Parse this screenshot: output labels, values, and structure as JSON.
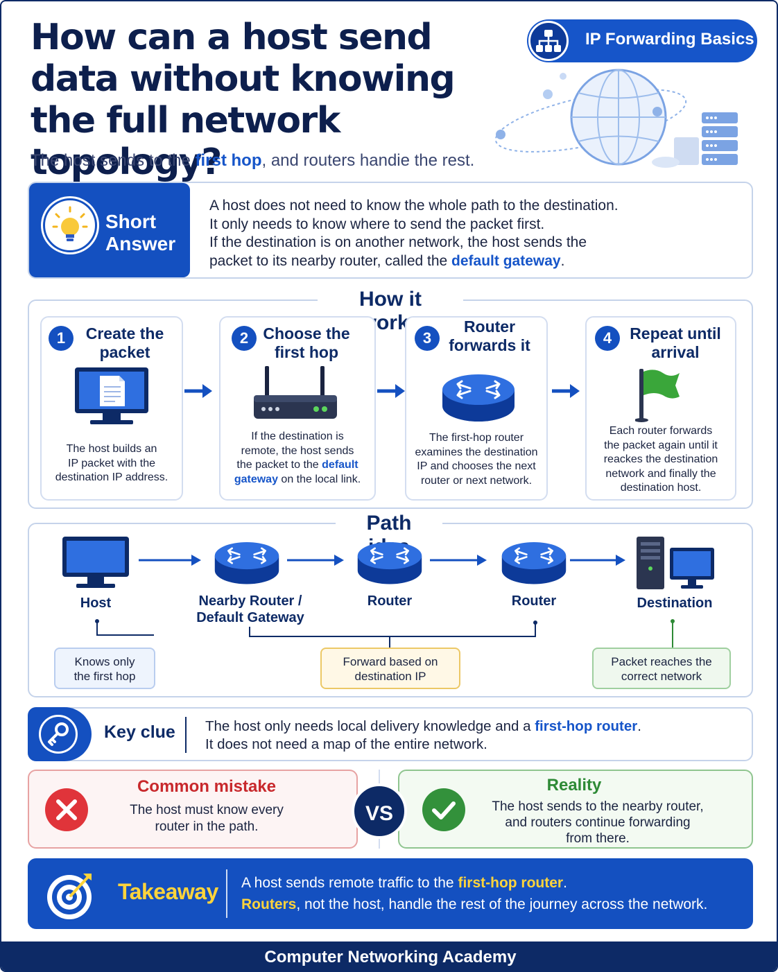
{
  "header": {
    "title": "How can a host send data without knowing the full network topology?",
    "subtitle_pre": "The host sends to the ",
    "subtitle_hl": "first hop",
    "subtitle_post": ", and routers handie the rest.",
    "topic_badge": "IP Forwarding Basics",
    "topic_icon": "network-hierarchy-icon"
  },
  "short_answer": {
    "label_line1": "Short",
    "label_line2": "Answer",
    "icon": "lightbulb-icon",
    "line1": "A host does not need to know the whole path to the destination.",
    "line2": "It only needs to know where to send the packet first.",
    "line3": "If the destination is on another network, the host sends the",
    "line4_pre": "packet to its nearby router, called the ",
    "line4_hl": "default gateway",
    "line4_post": "."
  },
  "how_it_works": {
    "title": "How it works",
    "steps": [
      {
        "num": "1",
        "title1": "Create the",
        "title2": "packet",
        "icon": "computer-document-icon",
        "d1": "The host builds an",
        "d2": "IP packet with the",
        "d3": "destination IP address."
      },
      {
        "num": "2",
        "title1": "Choose the",
        "title2": "first hop",
        "icon": "router-device-icon",
        "d1": "If the destination is",
        "d2": "remote, the host sends",
        "d3_pre": "the packet to the ",
        "d3_hl": "default",
        "d4_hl": "gateway",
        "d4_post": " on the local link."
      },
      {
        "num": "3",
        "title1": "Router",
        "title2": "forwards it",
        "icon": "router-icon",
        "d1": "The first-hop router",
        "d2": "examines the destination",
        "d3": "IP and chooses the next",
        "d4": "router or next network."
      },
      {
        "num": "4",
        "title1": "Repeat until",
        "title2": "arrival",
        "icon": "green-flag-icon",
        "d1": "Each router forwards",
        "d2": "the packet again until it",
        "d3": "reackes the destination",
        "d4": "network and finally the",
        "d5": "destination host."
      }
    ]
  },
  "path_idea": {
    "title": "Path idea",
    "nodes": {
      "host": "Host",
      "gateway1": "Nearby Router /",
      "gateway2": "Default Gateway",
      "router_a": "Router",
      "router_b": "Router",
      "destination": "Destination"
    },
    "notes": {
      "host1": "Knows only",
      "host2": "the first hop",
      "fwd1": "Forward based on",
      "fwd2": "destination IP",
      "dest1": "Packet reaches the",
      "dest2": "correct network"
    }
  },
  "key_clue": {
    "label": "Key clue",
    "icon": "key-icon",
    "line1_pre": "The host only needs local delivery knowledge and a ",
    "line1_hl": "first-hop router",
    "line1_post": ".",
    "line2": "It does not need a map of the entire network."
  },
  "comparison": {
    "mistake_title": "Common mistake",
    "mistake_line1": "The host must know every",
    "mistake_line2": "router in the path.",
    "vs": "VS",
    "reality_title": "Reality",
    "reality_line1": "The host sends to the nearby router,",
    "reality_line2": "and routers continue forwarding",
    "reality_line3": "from there."
  },
  "takeaway": {
    "label": "Takeaway",
    "icon": "target-icon",
    "line1_pre": "A host sends remote traffic to the ",
    "line1_hl": "first-hop router",
    "line1_post": ".",
    "line2_hl": "Routers",
    "line2_post": ", not the host, handle the rest of the journey across the network."
  },
  "footer": {
    "text": "Computer Networking Academy"
  },
  "colors": {
    "primary": "#1450c0",
    "navy": "#0d2a66",
    "accent_yellow": "#ffd43b",
    "mistake_red": "#c8282c",
    "reality_green": "#2e8a36"
  }
}
